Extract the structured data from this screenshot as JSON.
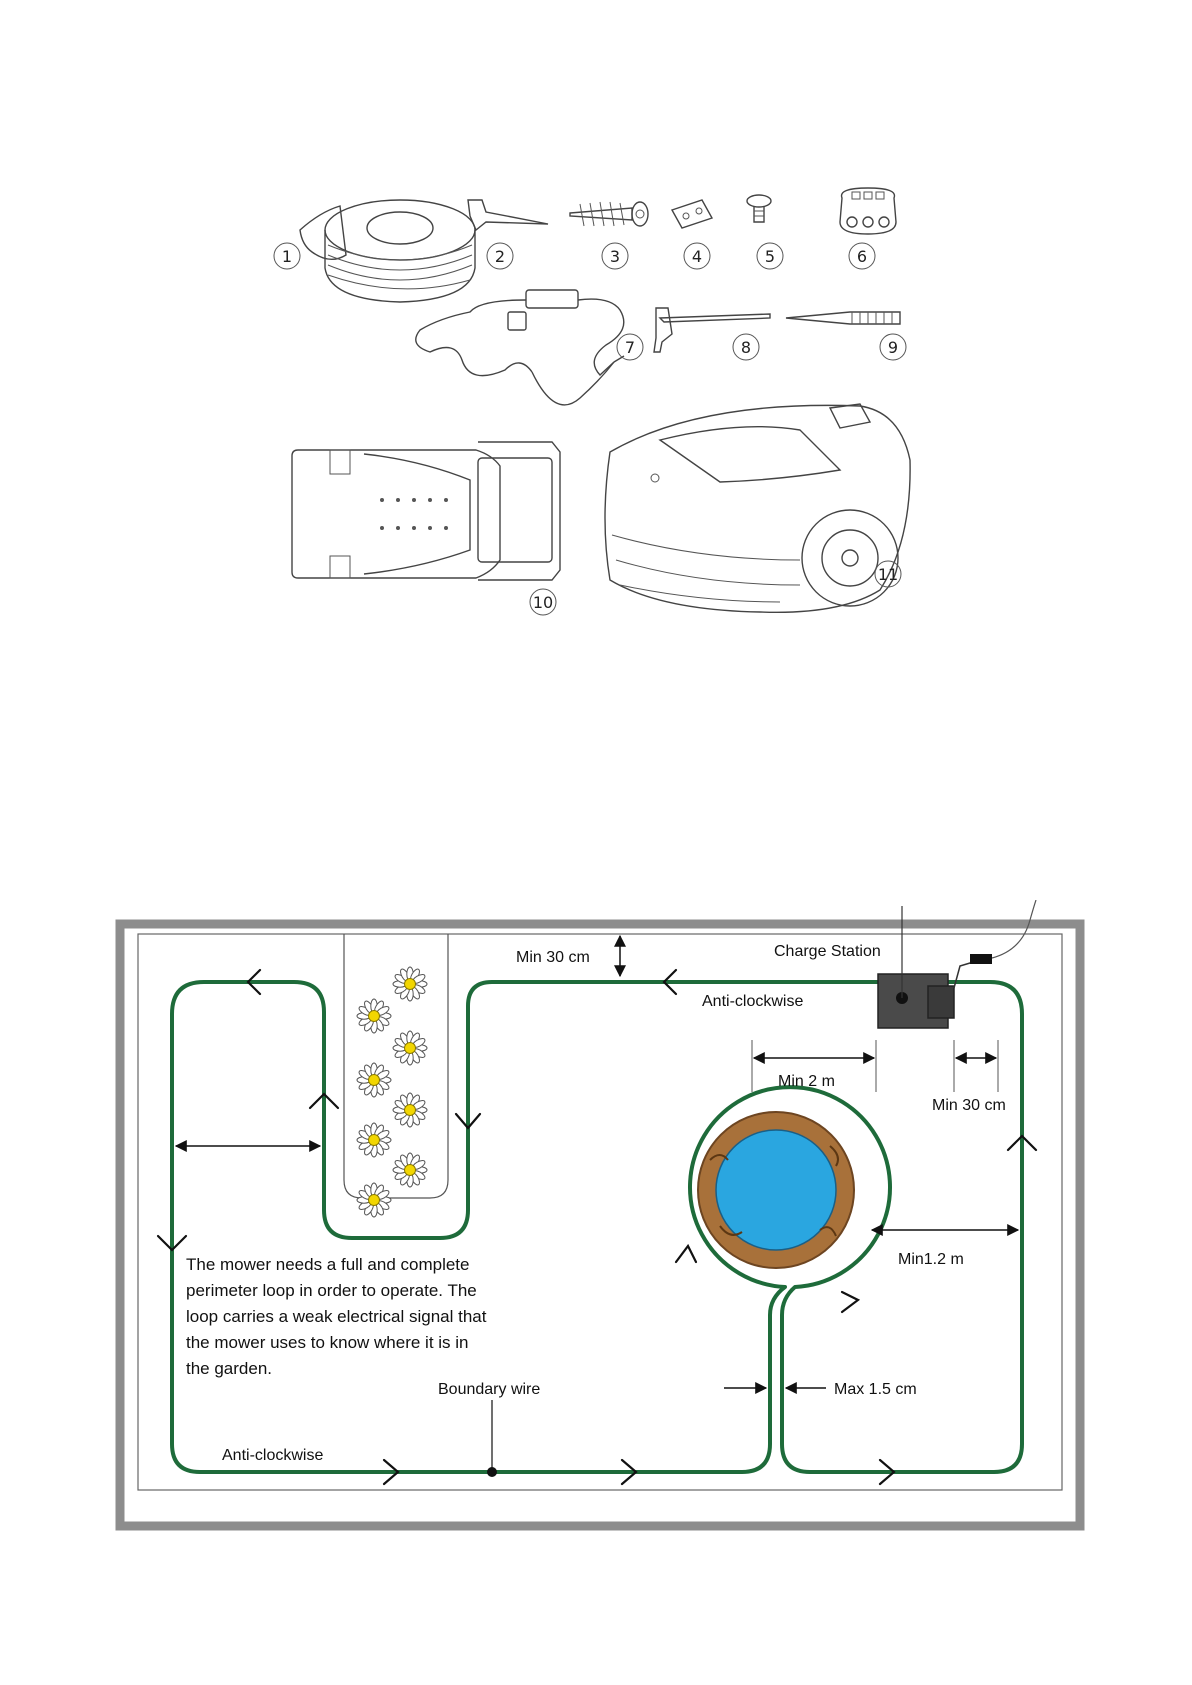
{
  "parts": {
    "numbers": [
      "1",
      "2",
      "3",
      "4",
      "5",
      "6",
      "7",
      "8",
      "9",
      "10",
      "11"
    ]
  },
  "layout": {
    "labels": {
      "charge_station": "Charge Station",
      "min_30cm_top": "Min 30 cm",
      "anti_clockwise_top": "Anti-clockwise",
      "min_2m": "Min 2 m",
      "min_30cm_right": "Min 30 cm",
      "min_1_2m": "Min1.2 m",
      "max_1_5cm": "Max 1.5 cm",
      "boundary_wire": "Boundary wire",
      "anti_clockwise_bottom": "Anti-clockwise"
    },
    "paragraph": [
      "The mower needs a full and complete",
      "perimeter loop in order to operate. The",
      "loop carries a weak electrical signal that",
      "the mower uses to know where it is in",
      "the garden."
    ],
    "colors": {
      "wire": "#1e6b3a",
      "border": "#8d8d8d",
      "pond": "#2aa6e0",
      "pond_edge": "#a8713a",
      "station": "#4a4a4a",
      "flower_center": "#f2d600"
    }
  }
}
